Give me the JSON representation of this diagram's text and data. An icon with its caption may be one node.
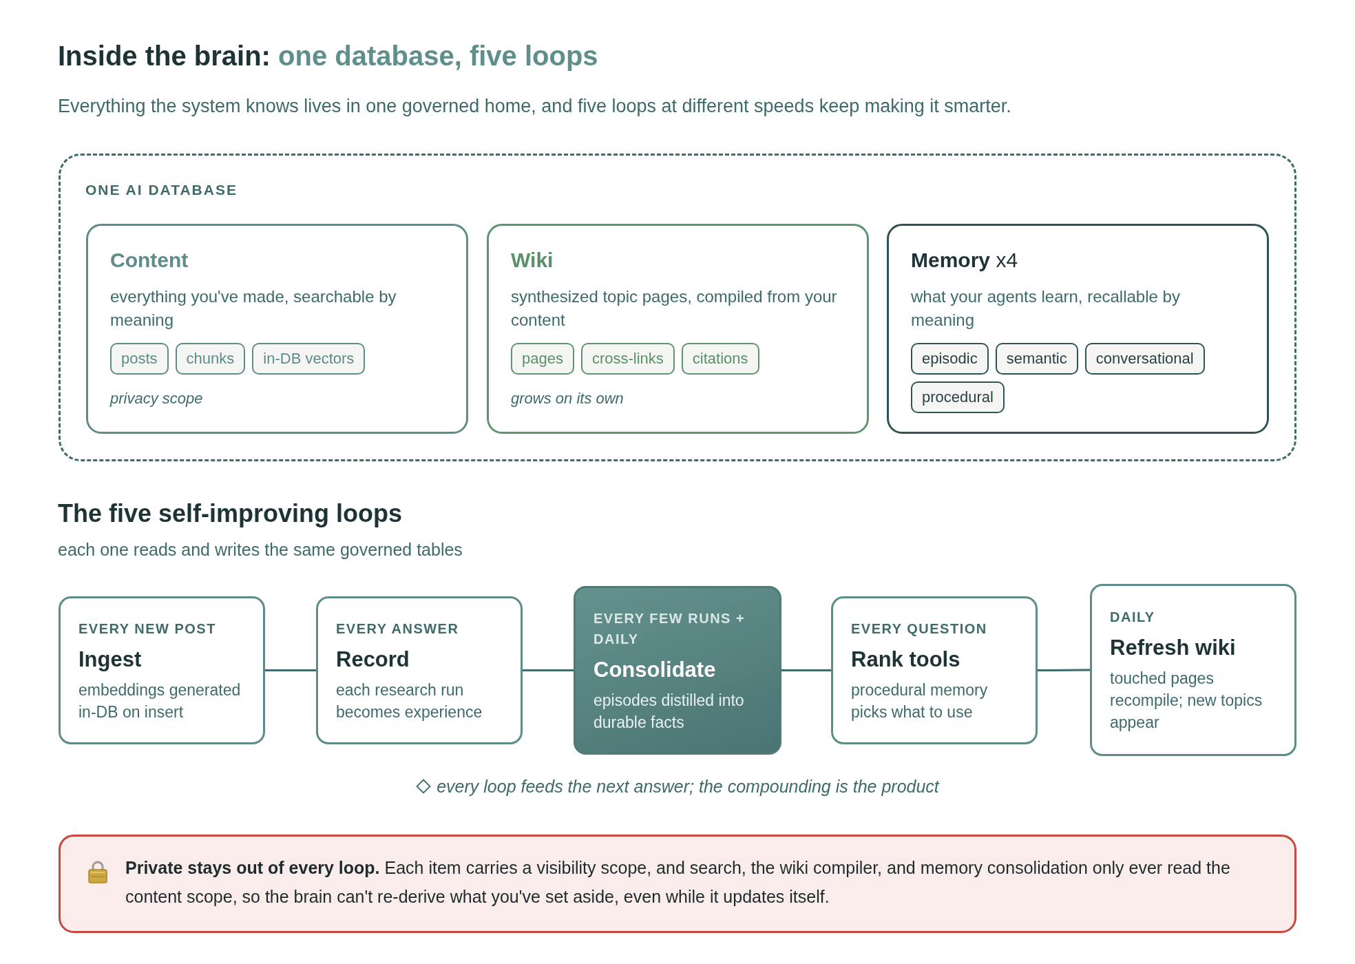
{
  "diagram": {
    "title": "Inside the brain: one database, five loops",
    "nodes": [
      {
        "text": [
          "ONE AI DATABASE"
        ]
      },
      {
        "text": [
          "Content",
          "everything you've made, searchable by meaning",
          "privacy scope"
        ],
        "in": 0
      },
      {
        "text": [
          "posts"
        ],
        "in": 1
      },
      {
        "text": [
          "chunks"
        ],
        "in": 1
      },
      {
        "text": [
          "in-DB vectors"
        ],
        "in": 1
      },
      {
        "text": [
          "Wiki",
          "synthesized topic pages, compiled from your content",
          "grows on its own"
        ],
        "in": 0
      },
      {
        "text": [
          "pages"
        ],
        "in": 5
      },
      {
        "text": [
          "cross-links"
        ],
        "in": 5
      },
      {
        "text": [
          "citations"
        ],
        "in": 5
      },
      {
        "text": [
          "**Memory** x4",
          "what your agents learn, recallable by meaning"
        ],
        "in": 0
      },
      {
        "text": [
          "episodic"
        ],
        "in": 9
      },
      {
        "text": [
          "semantic"
        ],
        "in": 9
      },
      {
        "text": [
          "conversational"
        ],
        "in": 9
      },
      {
        "text": [
          "procedural"
        ],
        "in": 9
      },
      {
        "text": [
          "EVERY NEW POST",
          "Ingest",
          "embeddings generated in-DB on insert"
        ]
      },
      {
        "text": [
          "EVERY ANSWER",
          "Record",
          "each research run becomes experience"
        ]
      },
      {
        "text": [
          "EVERY FEW RUNS + DAILY",
          "Consolidate",
          "episodes distilled into durable facts"
        ]
      },
      {
        "text": [
          "EVERY QUESTION",
          "Rank tools",
          "procedural memory picks what to use"
        ]
      },
      {
        "text": [
          "DAILY",
          "Refresh wiki",
          "touched pages recompile; new topics appear"
        ]
      },
      {
        "text": [
          "**Private stays out of every loop.** Each item carries a visibility scope, and search, the wiki compiler, and memory consolidation only ever read the content scope, so the brain can't re-derive what you've set aside, even while it updates itself."
        ]
      }
    ],
    "edges": [
      {
        "from": 14,
        "to": 15,
        "arrow": "none"
      },
      {
        "from": 15,
        "to": 16,
        "arrow": "none"
      },
      {
        "from": 16,
        "to": 17,
        "arrow": "none"
      },
      {
        "from": 17,
        "to": 18,
        "arrow": "none"
      }
    ],
    "labels": [
      "Everything the system knows lives in one governed home, and five loops at different speeds keep making it smarter.",
      "The five self-improving loops",
      "each one reads and writes the same governed tables",
      "every loop feeds the next answer; the compounding is the product"
    ]
  }
}
